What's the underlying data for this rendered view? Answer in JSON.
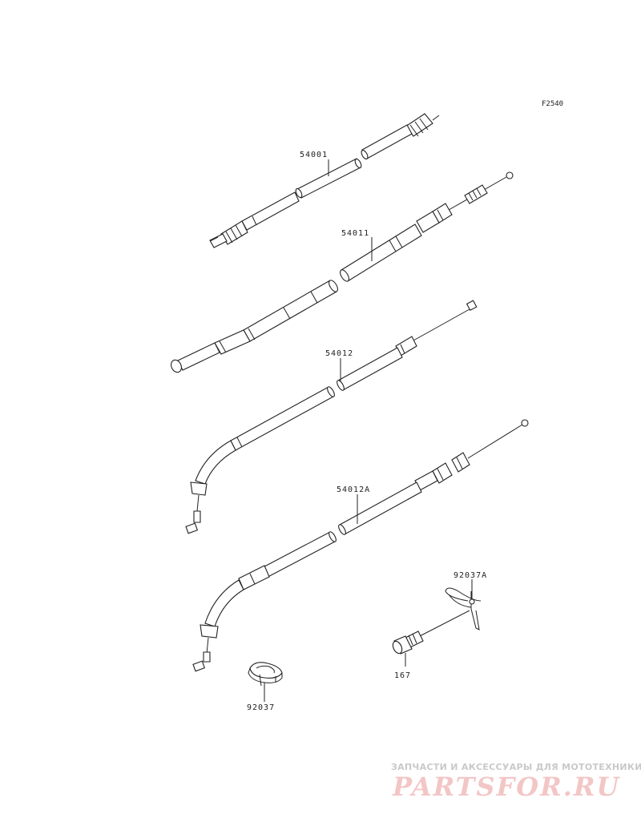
{
  "diagram": {
    "code": "F2540",
    "parts": [
      {
        "id": "p1",
        "label": "54001"
      },
      {
        "id": "p2",
        "label": "54011"
      },
      {
        "id": "p3",
        "label": "54012"
      },
      {
        "id": "p4",
        "label": "54012A"
      },
      {
        "id": "p5",
        "label": "92037A"
      },
      {
        "id": "p6",
        "label": "167"
      },
      {
        "id": "p7",
        "label": "92037"
      }
    ]
  },
  "watermark": {
    "tagline": "ЗАПЧАСТИ И АКСЕССУАРЫ ДЛЯ МОТОТЕХНИКИ",
    "logo": "partsfor.ru",
    "color": "#f3c6c6"
  }
}
